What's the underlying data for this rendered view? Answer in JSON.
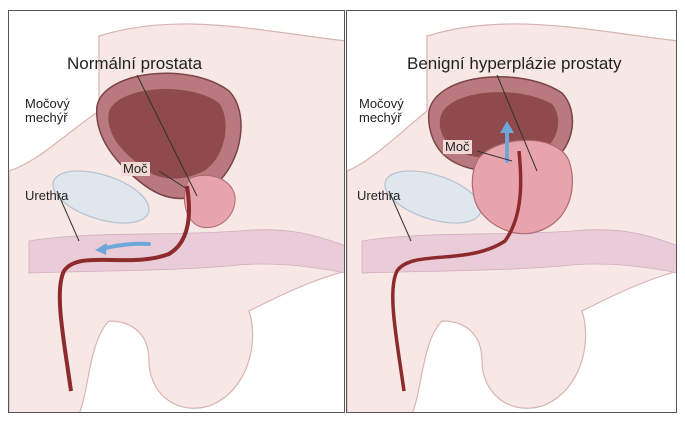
{
  "panels": [
    {
      "title": "Normální prostata",
      "labels": {
        "bladder": "Močový mechýř",
        "urine": "Moč",
        "urethra": "Urethra"
      }
    },
    {
      "title": "Benigní hyperplázie prostaty",
      "labels": {
        "bladder": "Močový mechýř",
        "urine": "Moč",
        "urethra": "Urethra"
      }
    }
  ],
  "colors": {
    "skin": "#f7e8e6",
    "skin_edge": "#d8b5b1",
    "bladder_wall": "#b97a7f",
    "bladder_inner": "#8e4a4c",
    "prostate": "#e7a4ad",
    "urethra": "#8c2a2c",
    "flow_arrow": "#6ea6d8",
    "bone": "#dfe6ee",
    "spine": "#d8b6cf"
  }
}
